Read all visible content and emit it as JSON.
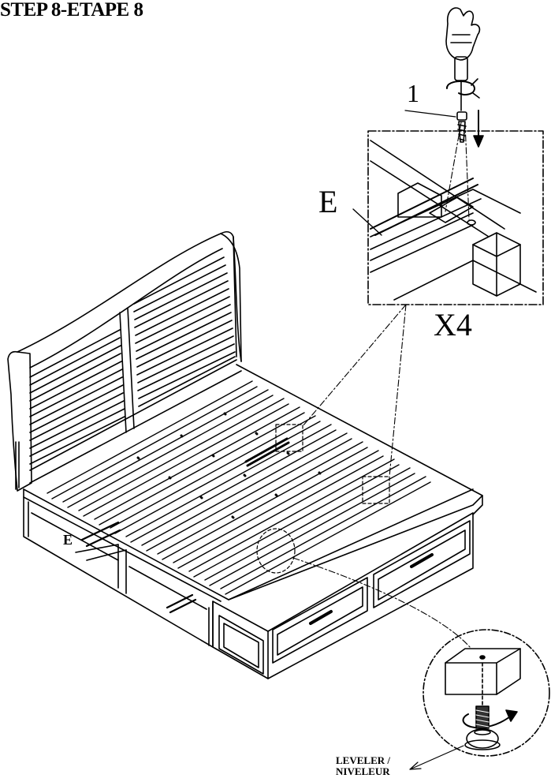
{
  "header": {
    "title": "STEP 8-ETAPE 8"
  },
  "callouts": {
    "screw_number": "1",
    "part_detail": "E",
    "quantity": "X4",
    "part_frame": "E",
    "leveler_line1": "LEVELER /",
    "leveler_line2": "NIVELEUR"
  },
  "icons": [
    "hand-screwdriver-icon",
    "screw-icon",
    "rotation-arrow-icon",
    "down-arrow-icon",
    "leveler-foot-icon"
  ],
  "colors": {
    "line": "#000000",
    "background": "#ffffff"
  }
}
